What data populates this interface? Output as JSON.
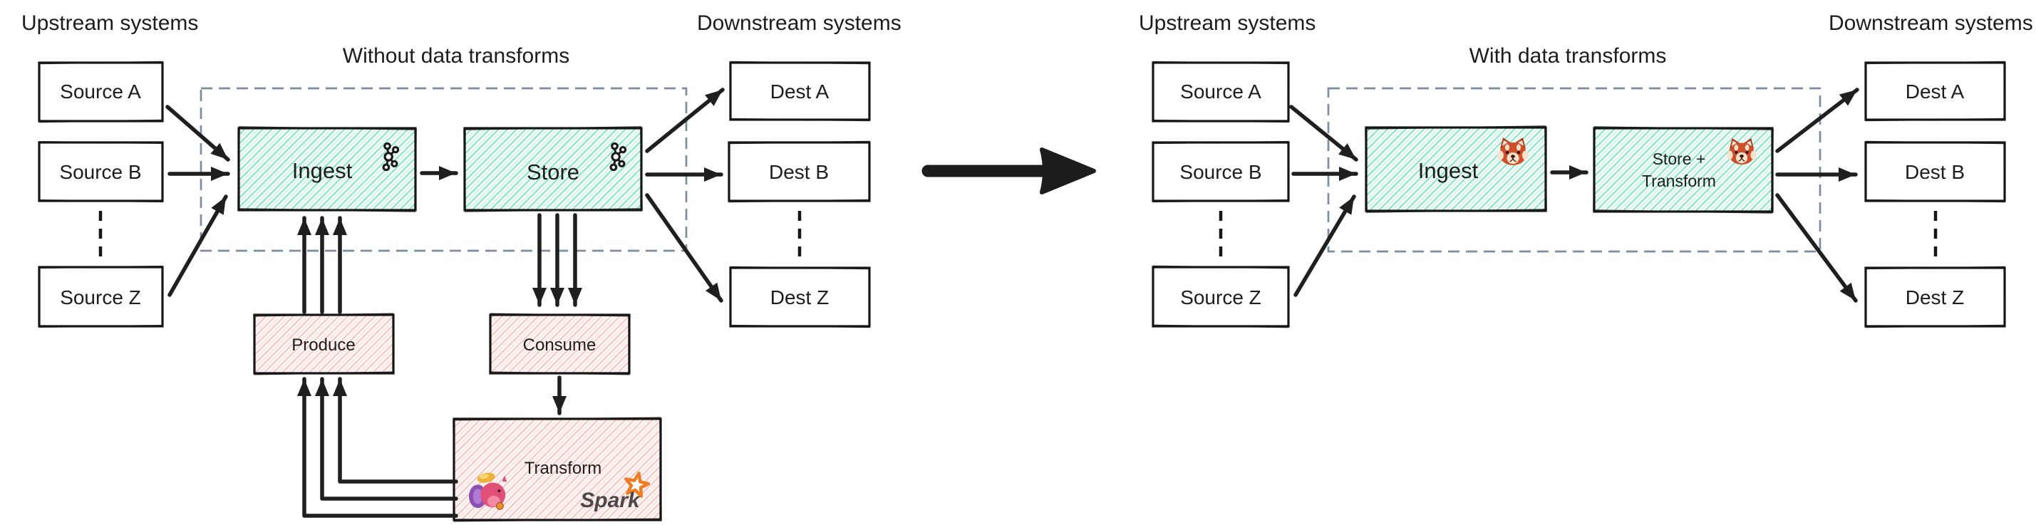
{
  "diagram": {
    "left": {
      "upstream_label": "Upstream systems",
      "downstream_label": "Downstream systems",
      "title": "Without data transforms",
      "sources": [
        "Source A",
        "Source B",
        "Source Z"
      ],
      "dests": [
        "Dest A",
        "Dest B",
        "Dest Z"
      ],
      "ingest_label": "Ingest",
      "store_label": "Store",
      "produce_label": "Produce",
      "consume_label": "Consume",
      "transform_label": "Transform",
      "spark_wordmark": "Spark",
      "icons": {
        "ingest_icon": "kafka-logo",
        "store_icon": "kafka-logo",
        "transform_icons": [
          "flink-squirrel-logo",
          "spark-logo"
        ]
      }
    },
    "right": {
      "upstream_label": "Upstream systems",
      "downstream_label": "Downstream systems",
      "title": "With data transforms",
      "sources": [
        "Source A",
        "Source B",
        "Source Z"
      ],
      "dests": [
        "Dest A",
        "Dest B",
        "Dest Z"
      ],
      "ingest_label": "Ingest",
      "store_transform_line1": "Store +",
      "store_transform_line2": "Transform",
      "icons": {
        "ingest_icon": "redpanda-logo",
        "store_icon": "redpanda-logo"
      }
    },
    "colors": {
      "teal_hatch": "#7ae2bd",
      "pink_hatch": "#f2a9a3",
      "box_stroke": "#161616",
      "arrow": "#1f1f1f",
      "dashed_region": "#7e8ca3",
      "spark_orange": "#ee7d23",
      "redpanda_orange": "#cf4f2a",
      "flink_pink": "#e14f78"
    }
  }
}
